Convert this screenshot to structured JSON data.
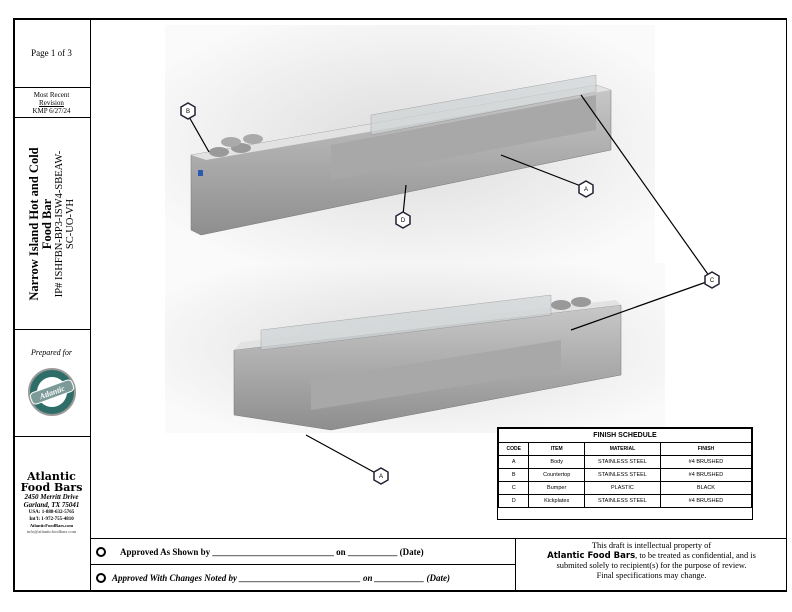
{
  "sidebar": {
    "page": "Page 1 of 3",
    "revision_label_1": "Most Recent",
    "revision_label_2": "Revision",
    "revision_value": "KMP 6/27/24",
    "title_line1": "Narrow Island Hot and Cold",
    "title_line2": "Food Bar",
    "ip_line1": "IP# ISHFBN-BP3-ISW4-SBEAW-",
    "ip_line2": "SC-UO-VH",
    "prepared_for": "Prepared for",
    "logo_text": "Atlantic",
    "logo_ring_top": "FOOD",
    "logo_ring_bottom": "BARS",
    "company_line1": "Atlantic",
    "company_line2": "Food Bars",
    "address1": "2450 Merritt Drive",
    "address2": "Garland, TX 75041",
    "usa_phone": "USA: 1-888-632-5765",
    "intl_phone": "Int'l: 1-972-755-4810",
    "website": "AtlanticFoodBars.com",
    "email": "info@atlanticfoodbars.com"
  },
  "callouts": {
    "a": "A",
    "b": "B",
    "c": "C",
    "d": "D"
  },
  "finish_schedule": {
    "title": "FINISH SCHEDULE",
    "headers": [
      "CODE",
      "ITEM",
      "MATERIAL",
      "FINISH"
    ],
    "rows": [
      [
        "A",
        "Body",
        "STAINLESS STEEL",
        "#4 BRUSHED"
      ],
      [
        "B",
        "Countertop",
        "STAINLESS STEEL",
        "#4 BRUSHED"
      ],
      [
        "C",
        "Bumper",
        "PLASTIC",
        "BLACK"
      ],
      [
        "D",
        "Kickplates",
        "STAINLESS STEEL",
        "#4 BRUSHED"
      ]
    ]
  },
  "approval": {
    "shown": "Approved As Shown by ___________________________ on ___________ (Date)",
    "changes": "Approved With Changes Noted by ___________________________ on ___________ (Date)"
  },
  "notice": {
    "line1": "This draft is intellectual property of",
    "company": "Atlantic Food Bars",
    "line2": ", to be treated as confidential, and is",
    "line3": "submited solely to recipient(s) for the purpose of review.",
    "line4": "Final specifications may change."
  }
}
